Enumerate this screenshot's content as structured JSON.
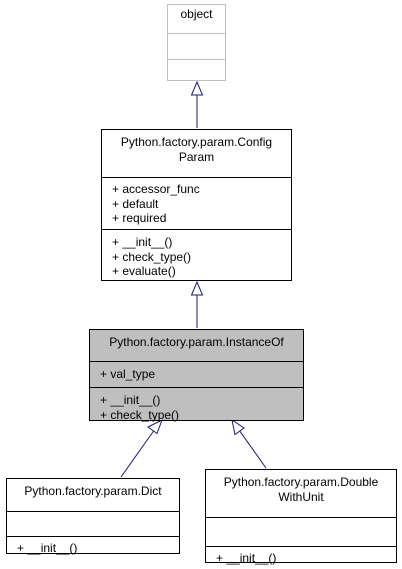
{
  "classes": {
    "object": {
      "title": "object"
    },
    "config_param": {
      "title_line1": "Python.factory.param.Config",
      "title_line2": "Param",
      "attributes": [
        "+ accessor_func",
        "+ default",
        "+ required"
      ],
      "methods": [
        "+ __init__()",
        "+ check_type()",
        "+ evaluate()"
      ]
    },
    "instance_of": {
      "title": "Python.factory.param.InstanceOf",
      "attributes": [
        "+ val_type"
      ],
      "methods": [
        "+ __init__()",
        "+ check_type()"
      ]
    },
    "dict": {
      "title": "Python.factory.param.Dict",
      "methods": [
        "+ __init__()"
      ]
    },
    "double_with_unit": {
      "title_line1": "Python.factory.param.Double",
      "title_line2": "WithUnit",
      "methods": [
        "+ __init__()"
      ]
    }
  },
  "colors": {
    "edge": "#191970",
    "focus_fill": "#bfbfbf",
    "object_border": "#bfbfbf"
  }
}
